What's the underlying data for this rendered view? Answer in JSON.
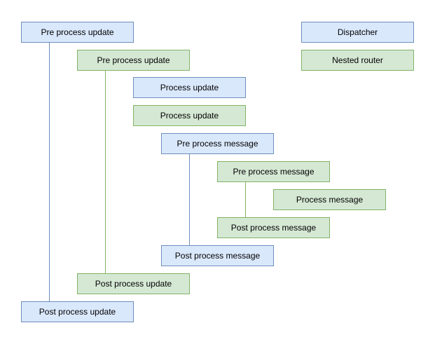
{
  "diagram": {
    "colors": {
      "background": "#ffffff",
      "blue_fill": "#dae8fc",
      "blue_stroke": "#6c8ebf",
      "green_fill": "#d5e8d4",
      "green_stroke": "#82b366",
      "text": "#000000"
    },
    "legend": {
      "dispatcher": {
        "label": "Dispatcher",
        "variant": "blue"
      },
      "nested_router": {
        "label": "Nested router",
        "variant": "green"
      }
    },
    "nodes": [
      {
        "label": "Pre process update",
        "variant": "blue"
      },
      {
        "label": "Pre process update",
        "variant": "green"
      },
      {
        "label": "Process update",
        "variant": "blue"
      },
      {
        "label": "Process update",
        "variant": "green"
      },
      {
        "label": "Pre process message",
        "variant": "blue"
      },
      {
        "label": "Pre process message",
        "variant": "green"
      },
      {
        "label": "Process message",
        "variant": "green"
      },
      {
        "label": "Post process message",
        "variant": "green"
      },
      {
        "label": "Post process message",
        "variant": "blue"
      },
      {
        "label": "Post process update",
        "variant": "green"
      },
      {
        "label": "Post process update",
        "variant": "blue"
      }
    ]
  }
}
